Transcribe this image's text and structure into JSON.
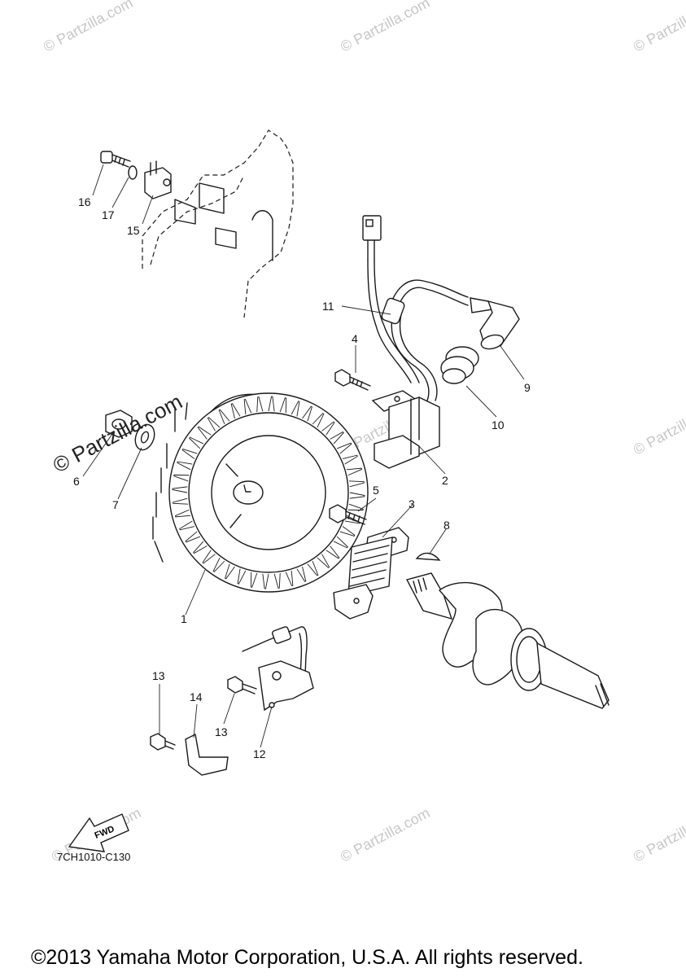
{
  "watermark": {
    "text": "© Partzilla.com",
    "short": "© Partzilla.com"
  },
  "brand_watermark": "© Partzilla.com",
  "callouts": [
    "1",
    "2",
    "3",
    "4",
    "5",
    "6",
    "7",
    "8",
    "9",
    "10",
    "11",
    "12",
    "13",
    "13",
    "14",
    "15",
    "16",
    "17"
  ],
  "diagram_code": "7CH1010-C130",
  "fwd_label": "FWD",
  "copyright": "©2013 Yamaha Motor Corporation, U.S.A. All rights reserved."
}
